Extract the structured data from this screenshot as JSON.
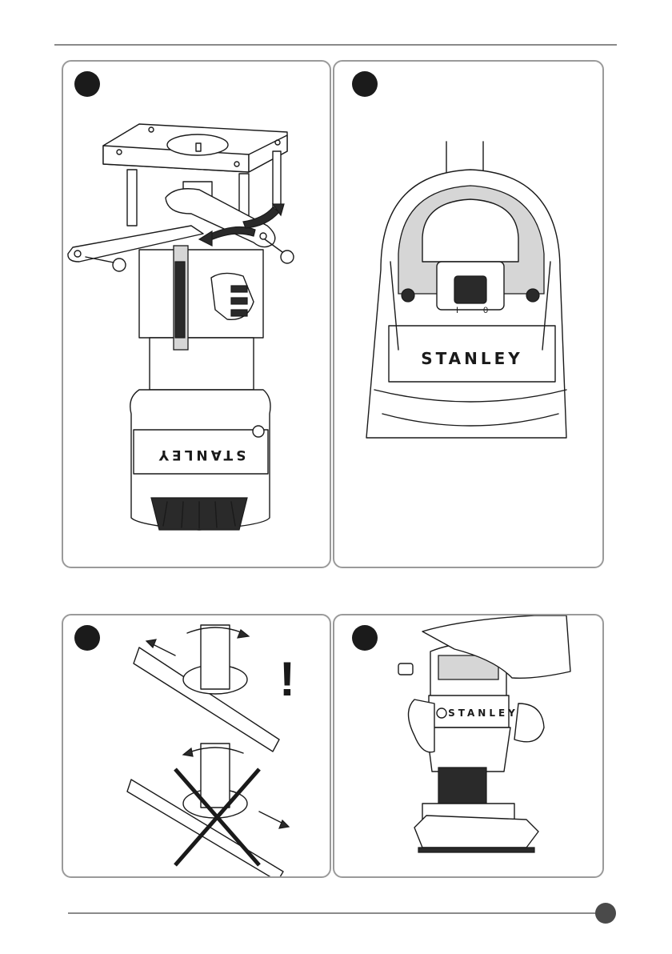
{
  "page": {
    "number": ""
  },
  "panels": [
    {
      "id": "a",
      "callouts": [
        "",
        ""
      ]
    },
    {
      "id": "b",
      "switch_on": "I",
      "switch_off": "0"
    },
    {
      "id": "c",
      "warning": "!"
    },
    {
      "id": "d"
    }
  ],
  "brand": "STANLEY",
  "colors": {
    "frame": "#9a9a9a",
    "ink": "#1a1a1a",
    "badge": "#1b1b1b"
  }
}
